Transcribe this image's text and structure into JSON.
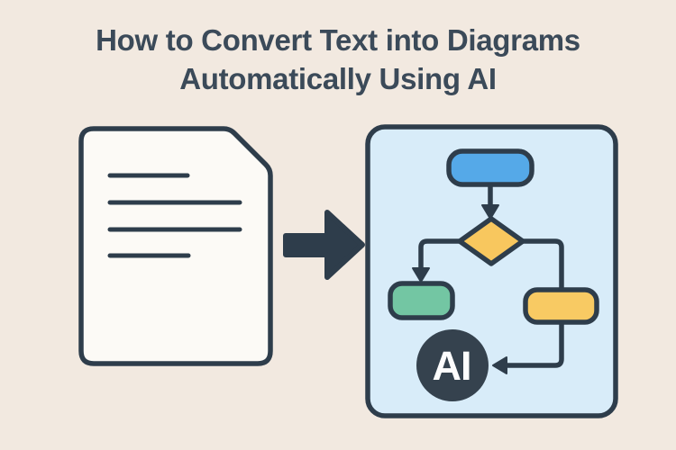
{
  "title": {
    "line1": "How to Convert Text into Diagrams",
    "line2": "Automatically Using AI"
  },
  "illustration": {
    "document": {
      "description": "text document with folded corner",
      "text_line_count": 4
    },
    "arrow": {
      "direction": "right"
    },
    "flowchart": {
      "ai_badge_label": "AI",
      "nodes": [
        {
          "id": "start-node",
          "shape": "rounded-rect",
          "color": "#55a9e8"
        },
        {
          "id": "decision-node",
          "shape": "diamond",
          "color": "#f8c75e"
        },
        {
          "id": "left-branch-node",
          "shape": "rounded-rect",
          "color": "#73c6a3"
        },
        {
          "id": "right-branch-node",
          "shape": "rounded-rect",
          "color": "#f8ca63"
        }
      ]
    }
  },
  "colors": {
    "background": "#f2e9e0",
    "ink": "#2e3d4b",
    "title_text": "#3b4a59",
    "document_fill": "#fcfaf6",
    "panel_fill": "#d8ecf9",
    "node_blue": "#55a9e8",
    "node_amber": "#f8c75e",
    "node_green": "#73c6a3",
    "node_yellow": "#f8ca63",
    "ai_badge_fill": "#35424e",
    "ai_badge_text": "#fdfdfd"
  }
}
